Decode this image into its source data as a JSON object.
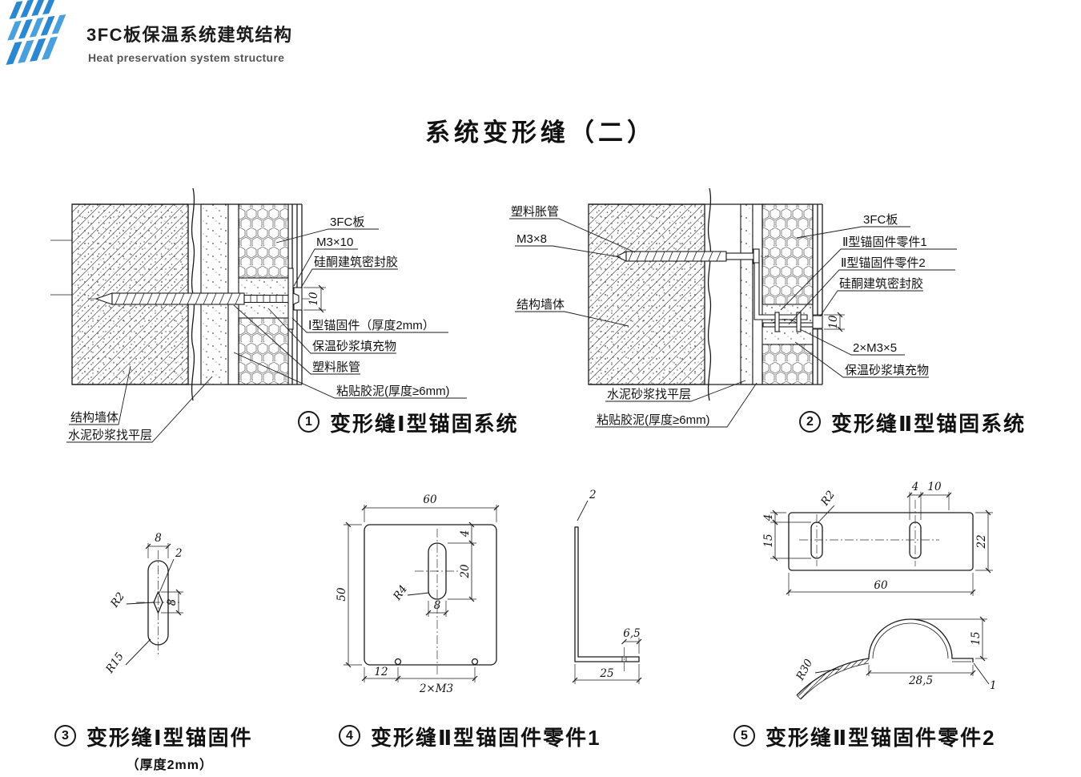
{
  "header": {
    "title": "3FC板保温系统建筑结构",
    "subtitle": "Heat preservation system structure"
  },
  "page_title": "系统变形缝（二）",
  "detail1": {
    "labels": {
      "board": "3FC板",
      "screw": "M3×10",
      "sealant": "硅酮建筑密封胶",
      "anchor": "Ⅰ型锚固件（厚度2mm）",
      "filler": "保温砂浆填充物",
      "tube": "塑料胀管",
      "paste": "粘贴胶泥(厚度≥6mm)",
      "wall": "结构墙体",
      "leveling": "水泥砂浆找平层"
    },
    "dims": {
      "joint": "10"
    },
    "caption_no": "1",
    "caption": "变形缝Ⅰ型锚固系统"
  },
  "detail2": {
    "labels": {
      "tube": "塑料胀管",
      "screw": "M3×8",
      "wall": "结构墙体",
      "board": "3FC板",
      "part1": "Ⅱ型锚固件零件1",
      "part2": "Ⅱ型锚固件零件2",
      "sealant": "硅酮建筑密封胶",
      "screws": "2×M3×5",
      "filler": "保温砂浆填充物",
      "leveling": "水泥砂浆找平层",
      "paste": "粘贴胶泥(厚度≥6mm)"
    },
    "dims": {
      "joint": "10"
    },
    "caption_no": "2",
    "caption": "变形缝Ⅱ型锚固系统"
  },
  "part3": {
    "dims": {
      "width": "8",
      "hole_w": "2",
      "hole_h": "8",
      "hole_r": "R2",
      "end_r": "R15"
    },
    "caption_no": "3",
    "caption": "变形缝Ⅰ型锚固件",
    "caption_sub": "（厚度2mm）"
  },
  "part4": {
    "dims": {
      "width": "60",
      "slot_top": "4",
      "slot_len": "20",
      "slot_r": "R4",
      "slot_w": "8",
      "height": "50",
      "hole_off": "12",
      "holes": "2×M3",
      "thick": "2",
      "leg_hole": "6,5",
      "leg_len": "25"
    },
    "caption_no": "4",
    "caption": "变形缝Ⅱ型锚固件零件1"
  },
  "part5": {
    "dims": {
      "slot_w": "4",
      "slot_gap": "10",
      "slot_r": "R2",
      "off_top": "4",
      "slot_len": "15",
      "height": "22",
      "width": "60",
      "arc_r": "R30",
      "base_len": "28,5",
      "rise": "15",
      "thick": "1"
    },
    "caption_no": "5",
    "caption": "变形缝Ⅱ型锚固件零件2"
  }
}
